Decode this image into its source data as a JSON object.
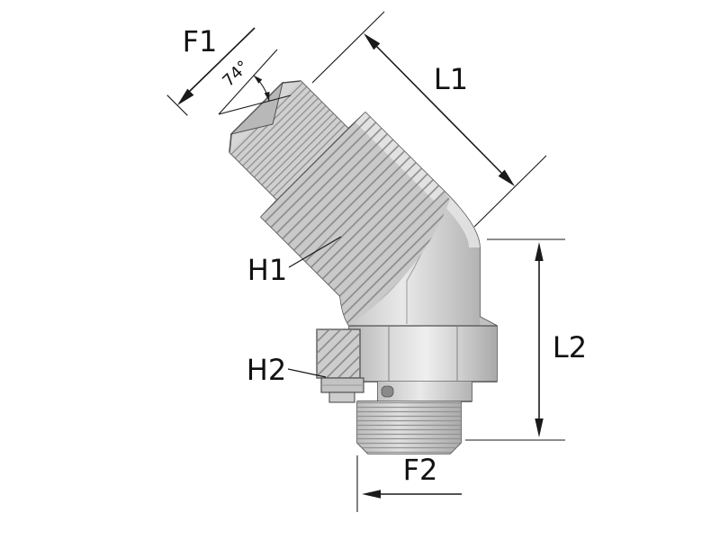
{
  "diagram": {
    "labels": {
      "f1": "F1",
      "l1": "L1",
      "h1": "H1",
      "h2": "H2",
      "l2": "L2",
      "f2": "F2",
      "flare_angle": "74°"
    },
    "colors": {
      "background": "#ffffff",
      "dimension_line": "#1a1a1a",
      "body_fill": "#d6d6d6",
      "body_outline": "#4f4f4f",
      "hatch": "#8a8a8a"
    }
  }
}
